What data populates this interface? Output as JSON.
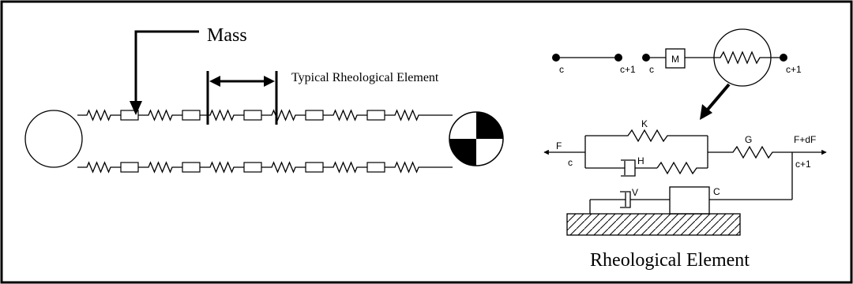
{
  "labels": {
    "mass": "Mass",
    "typical_element": "Typical Rheological Element",
    "node_c": "c",
    "node_c1": "c+1",
    "mass_box": "M",
    "force_f": "F",
    "force_fdf": "F+dF",
    "spring_k": "K",
    "spring_g": "G",
    "dashpot_h": "H",
    "dashpot_v": "V",
    "block_c": "C",
    "caption": "Rheological Element"
  },
  "colors": {
    "line": "#000000",
    "background": "#ffffff"
  }
}
